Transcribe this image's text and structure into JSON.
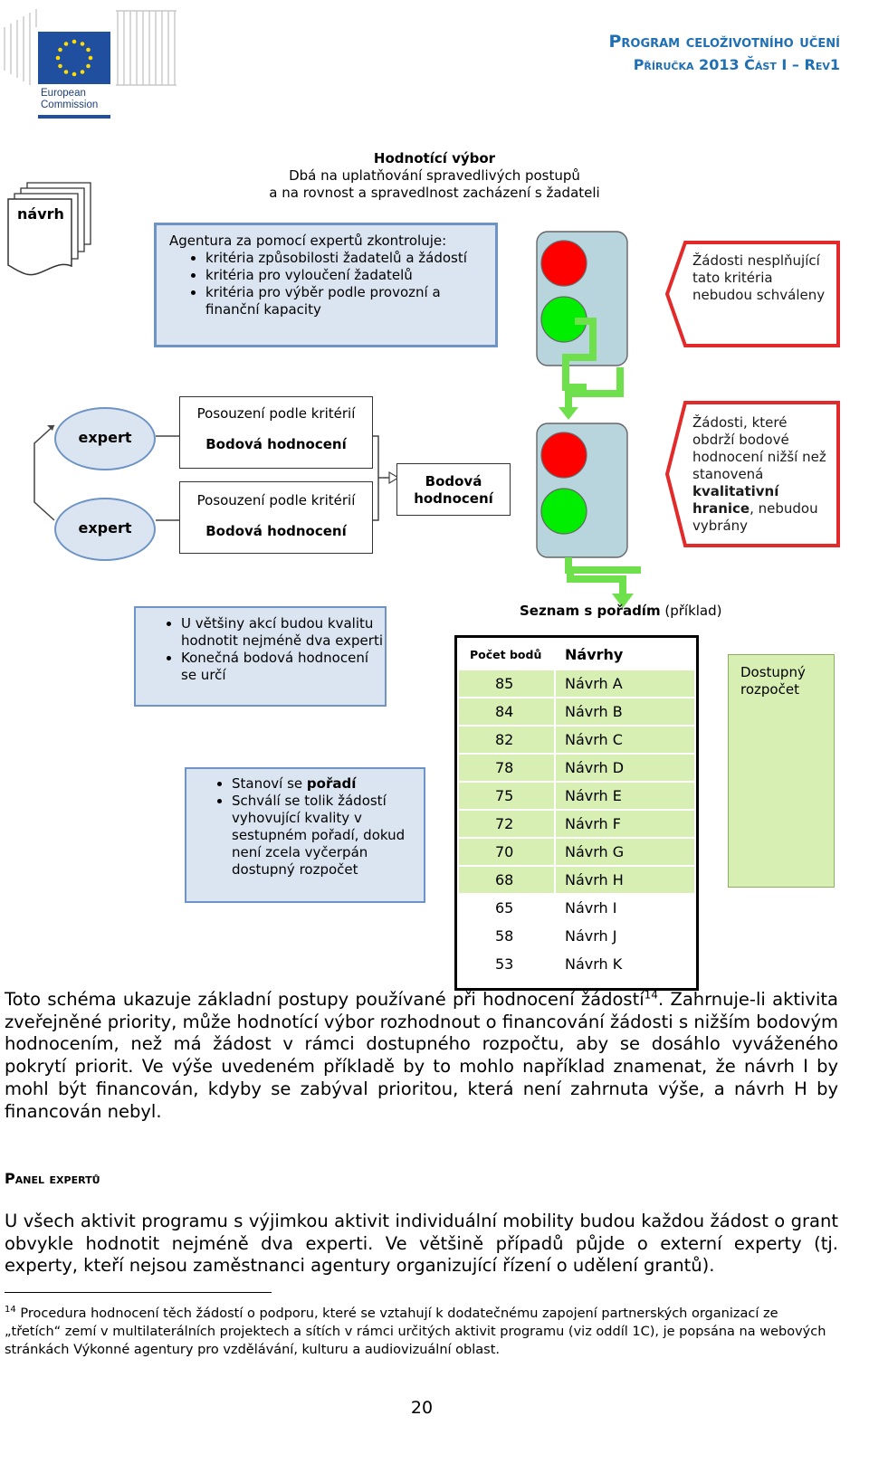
{
  "header": {
    "logo_text": [
      "European",
      "Commission"
    ],
    "title": "Program celoživotního učení",
    "subtitle": "Příručka 2013 Část I – Rev1"
  },
  "diagram": {
    "committee_title": "Hodnotící výbor",
    "committee_lines": [
      "Dbá na uplatňování spravedlivých postupů",
      "a na rovnost a spravedlnost zacházení s žadateli"
    ],
    "proposal_label": "návrh",
    "agency_intro": "Agentura za pomocí expertů zkontroluje:",
    "agency_bullets": [
      "kritéria způsobilosti žadatelů a žádostí",
      "kritéria pro vyloučení žadatelů",
      "kritéria pro výběr podle provozní a finanční kapacity"
    ],
    "reject1": "Žádosti nesplňující tato kritéria nebudou schváleny",
    "expert_label": "expert",
    "assessment_label": "Posouzení podle kritérií",
    "score_label": "Bodová hodnocení",
    "final_score_label": "Bodová hodnocení",
    "reject2_a": "Žádosti, které obdrží bodové hodnocení nižší než stanovená ",
    "reject2_bold": "kvalitativní hranice",
    "reject2_b": ", nebudou vybrány",
    "note_bullets": [
      "U většiny akcí budou kvalitu hodnotit nejméně dva experti",
      "Konečná bodová hodnocení se určí"
    ],
    "rank_title_bold": "Seznam s pořadím",
    "rank_title_rest": " (příklad)",
    "rank_col1": "Počet bodů",
    "rank_col2": "Návrhy",
    "rank_rows": [
      {
        "score": "85",
        "name": "Návrh A"
      },
      {
        "score": "84",
        "name": "Návrh B"
      },
      {
        "score": "82",
        "name": "Návrh C"
      },
      {
        "score": "78",
        "name": "Návrh D"
      },
      {
        "score": "75",
        "name": "Návrh E"
      },
      {
        "score": "72",
        "name": "Návrh F"
      },
      {
        "score": "70",
        "name": "Návrh G"
      },
      {
        "score": "68",
        "name": "Návrh H"
      },
      {
        "score": "65",
        "name": "Návrh I"
      },
      {
        "score": "58",
        "name": "Návrh J"
      },
      {
        "score": "53",
        "name": "Návrh K"
      }
    ],
    "budget_label": "Dostupný rozpočet",
    "order_b1_pre": "Stanoví se ",
    "order_b1_bold": "pořadí",
    "order_b2": "Schválí se tolik žádostí vyhovující kvality v sestupném pořadí, dokud není zcela vyčerpán dostupný rozpočet"
  },
  "body": {
    "para1_a": "Toto schéma ukazuje základní postupy používané při hodnocení žádostí",
    "para1_sup": "14",
    "para1_b": ". Zahrnuje-li aktivita zveřejněné priority, může hodnotící výbor rozhodnout o financování žádosti s nižším bodovým hodnocením, než má žádost v rámci dostupného rozpočtu, aby se dosáhlo vyváženého pokrytí priorit. Ve výše uvedeném příkladě by to mohlo například znamenat, že návrh I by mohl být financován, kdyby se zabýval prioritou, která není zahrnuta výše, a návrh H by financován nebyl.",
    "section_heading": "Panel expertů",
    "para2": "U všech aktivit programu s výjimkou aktivit individuální mobility budou každou žádost o grant obvykle hodnotit nejméně dva experti. Ve většině případů půjde o externí experty (tj. experty, kteří nejsou zaměstnanci agentury organizující řízení o udělení grantů).",
    "footnote_num": "14",
    "footnote": " Procedura hodnocení těch žádostí o podporu, které se vztahují k dodatečnému zapojení partnerských organizací ze „třetích“ zemí v multilaterálních projektech a sítích v rámci určitých aktivit programu (viz oddíl 1C), je popsána na webových stránkách Výkonné agentury pro vzdělávání, kulturu a audiovizuální oblast.",
    "page_number": "20"
  },
  "colors": {
    "blue_fill": "#dbe5f1",
    "blue_border": "#6d94c4",
    "red": "#e32a2a",
    "green": "#d7efb2",
    "light_green": "#6ee04c",
    "header_blue": "#1f6fb4"
  }
}
